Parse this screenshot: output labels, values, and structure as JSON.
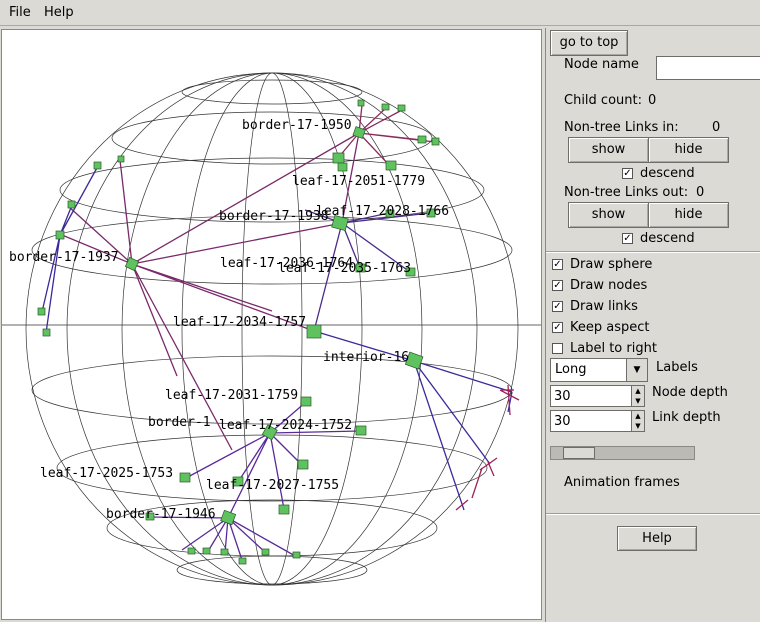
{
  "menu": {
    "file": "File",
    "help": "Help"
  },
  "graph": {
    "node_color": "#5ec25e",
    "link_color": "#6a2a8a",
    "labels": [
      "border-17-1950",
      "leaf-17-2051-1779",
      "border-17-1938",
      "leaf-17-2028-1766",
      "border-17-1937",
      "leaf-17-2036-1764",
      "leaf-17-2035-1763",
      "leaf-17-2034-1757",
      "interior-16",
      "leaf-17-2031-1759",
      "border-1",
      "leaf-17-2024-1752",
      "leaf-17-2025-1753",
      "leaf-17-2027-1755",
      "border-17-1946"
    ]
  },
  "panel": {
    "go_to_top": "go to top",
    "node_name_label": "Node name",
    "node_name_value": "",
    "child_count_label": "Child count:",
    "child_count_value": "0",
    "links_in_label": "Non-tree Links in:",
    "links_in_value": "0",
    "links_out_label": "Non-tree Links out:",
    "links_out_value": "0",
    "show": "show",
    "hide": "hide",
    "descend": "descend",
    "draw_sphere": "Draw sphere",
    "draw_nodes": "Draw nodes",
    "draw_links": "Draw links",
    "keep_aspect": "Keep aspect",
    "label_to_right": "Label to right",
    "labels_label": "Labels",
    "labels_value": "Long",
    "node_depth_label": "Node depth",
    "node_depth_value": "30",
    "link_depth_label": "Link depth",
    "link_depth_value": "30",
    "animation_frames": "Animation frames",
    "help": "Help",
    "checks": {
      "in_descend": true,
      "out_descend": true,
      "draw_sphere": true,
      "draw_nodes": true,
      "draw_links": true,
      "keep_aspect": true,
      "label_to_right": false
    }
  }
}
